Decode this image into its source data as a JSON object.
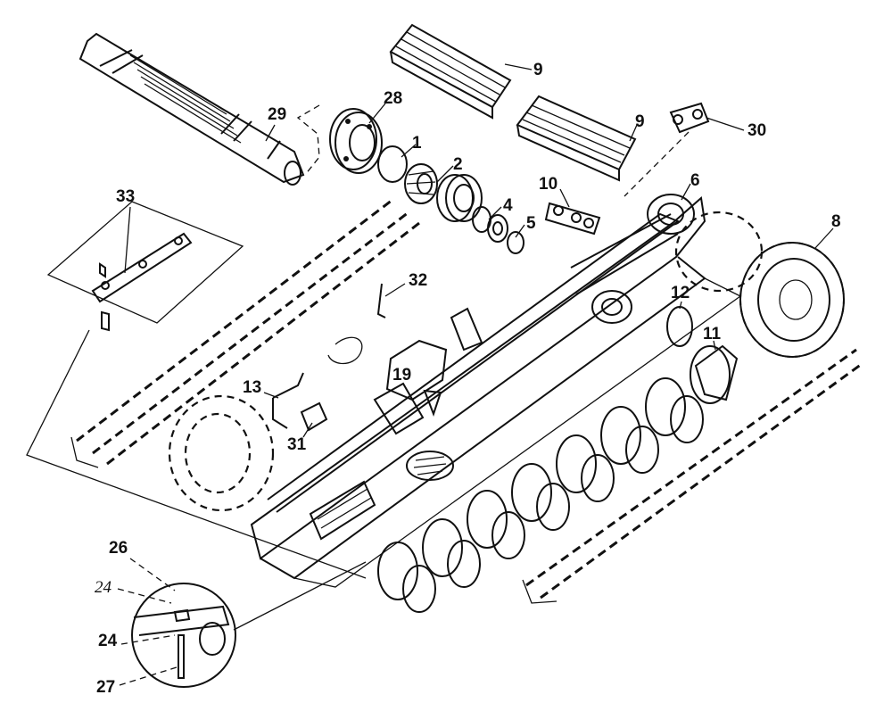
{
  "callouts": {
    "c1": "1",
    "c2": "2",
    "c4": "4",
    "c5": "5",
    "c6": "6",
    "c8": "8",
    "c9a": "9",
    "c9b": "9",
    "c10": "10",
    "c11": "11",
    "c12": "12",
    "c13": "13",
    "c19": "19",
    "c24a": "24",
    "c24b": "24",
    "c26": "26",
    "c27": "27",
    "c28": "28",
    "c29": "29",
    "c30": "30",
    "c31": "31",
    "c32": "32",
    "c33": "33"
  }
}
